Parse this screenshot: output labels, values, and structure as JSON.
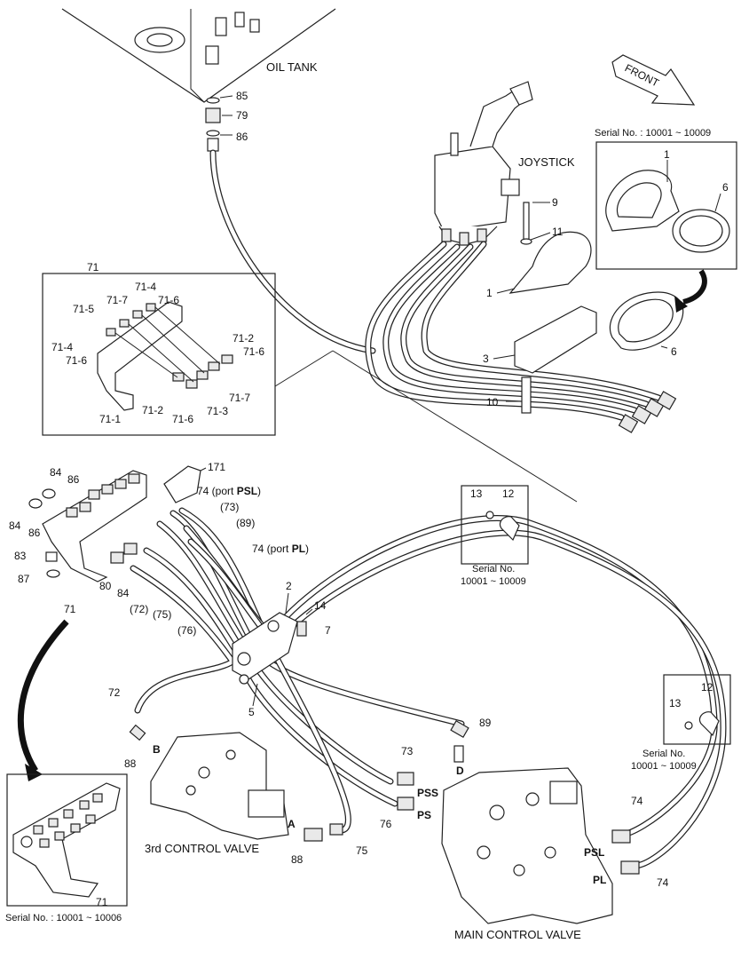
{
  "labels": {
    "oil_tank": "OIL TANK",
    "joystick": "JOYSTICK",
    "front": "FRONT",
    "third_valve": "3rd CONTROL VALVE",
    "main_valve": "MAIN CONTROL VALVE",
    "serial_top": "Serial No. : 10001 ~ 10009",
    "serial_bottom": "Serial No. : 10001 ~ 10006",
    "serial_mid1": "Serial No.",
    "serial_mid2": "10001 ~ 10009",
    "serial_right1": "Serial No.",
    "serial_right2": "10001 ~ 10009"
  },
  "callouts": {
    "c85": "85",
    "c79": "79",
    "c86a": "86",
    "c9": "9",
    "c11": "11",
    "c1a": "1",
    "c3": "3",
    "c10": "10",
    "c1b": "1",
    "c6a": "6",
    "c6b": "6",
    "c71top": "71",
    "c71_4a": "71-4",
    "c71_7a": "71-7",
    "c71_5": "71-5",
    "c71_6a": "71-6",
    "c71_4b": "71-4",
    "c71_6b": "71-6",
    "c71_2a": "71-2",
    "c71_6c": "71-6",
    "c71_7b": "71-7",
    "c71_3": "71-3",
    "c71_2b": "71-2",
    "c71_6d": "71-6",
    "c71_1": "71-1",
    "c84a": "84",
    "c86b": "86",
    "c84b": "84",
    "c86c": "86",
    "c83": "83",
    "c87": "87",
    "c71mid": "71",
    "c80": "80",
    "c84c": "84",
    "c72a": "(72)",
    "c75a": "(75)",
    "c76a": "(76)",
    "c171": "171",
    "c74psl": "74 (port ",
    "psl_b": "PSL",
    "psl_close": ")",
    "c73a": "(73)",
    "c89a": "(89)",
    "c74pl": "74 (port ",
    "pl_b": "PL",
    "pl_close": ")",
    "c13a": "13",
    "c12a": "12",
    "c2": "2",
    "c14": "14",
    "c7": "7",
    "c5": "5",
    "c72b": "72",
    "c88a": "88",
    "cB": "B",
    "c89b": "89",
    "cD": "D",
    "c73b": "73",
    "cPSS": "PSS",
    "cPS": "PS",
    "c76b": "76",
    "cA": "A",
    "c88b": "88",
    "c75b": "75",
    "c13b": "13",
    "c12b": "12",
    "c74a": "74",
    "cPSL": "PSL",
    "cPL": "PL",
    "c74b": "74",
    "c71bot": "71"
  }
}
